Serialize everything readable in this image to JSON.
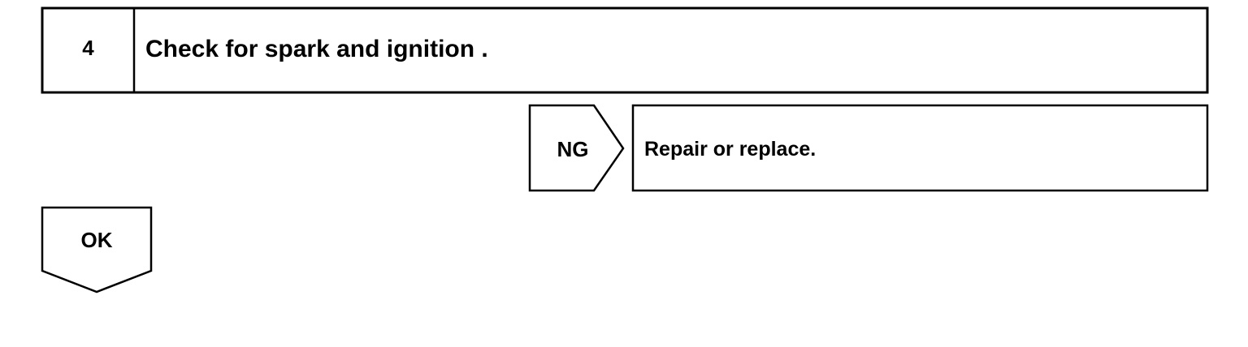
{
  "step": {
    "number": "4",
    "title": "Check for spark and ignition ."
  },
  "ng_branch": {
    "label": "NG",
    "action": "Repair or replace."
  },
  "ok_branch": {
    "label": "OK"
  }
}
